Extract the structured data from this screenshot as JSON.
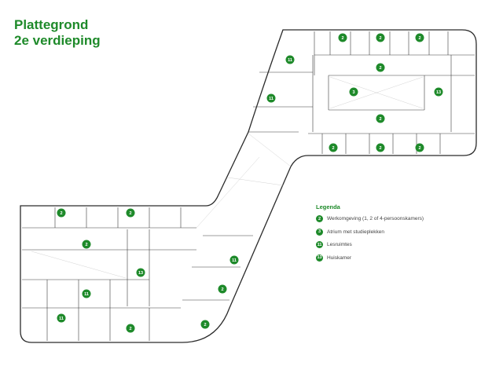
{
  "title": {
    "line1": "Plattegrond",
    "line2": "2e verdieping"
  },
  "colors": {
    "accent": "#1e8a2a",
    "wall": "#2b2b2b",
    "text": "#444444"
  },
  "legend": {
    "title": "Legenda",
    "items": [
      {
        "badge": "2",
        "label": "Werkomgeving (1, 2 of 4-persoonskamers)"
      },
      {
        "badge": "3",
        "label": "Atrium met studieplekken"
      },
      {
        "badge": "11",
        "label": "Lesruimtes"
      },
      {
        "badge": "13",
        "label": "Huiskamer"
      }
    ]
  },
  "room_markers": [
    "2",
    "2",
    "2",
    "11",
    "2",
    "11",
    "3",
    "13",
    "2",
    "2",
    "2",
    "2",
    "2",
    "2",
    "2",
    "11",
    "13",
    "2",
    "11",
    "2",
    "2",
    "11"
  ]
}
